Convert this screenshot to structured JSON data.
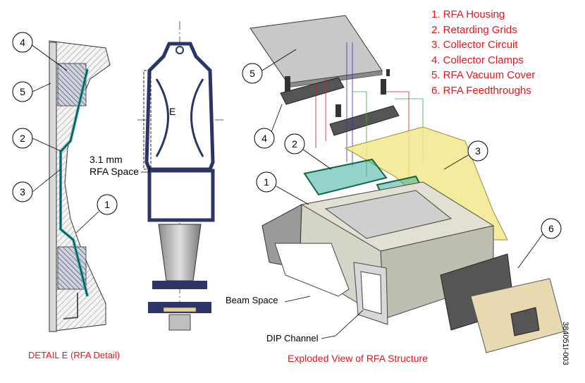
{
  "legend": [
    "1. RFA Housing",
    "2. Retarding Grids",
    "3. Collector Circuit",
    "4. Collector Clamps",
    "5. RFA Vacuum Cover",
    "6. RFA Feedthroughs"
  ],
  "callouts": [
    "1",
    "2",
    "3",
    "4",
    "5",
    "6"
  ],
  "labels": {
    "rfa_space_1": "3.1 mm",
    "rfa_space_2": "RFA Space",
    "section_letter": "E",
    "beam_space": "Beam Space",
    "dip_channel": "DIP Channel"
  },
  "captions": {
    "detail": "DETAIL  E (RFA Detail)",
    "exploded": "Exploded View of RFA Structure"
  },
  "figure_id": "384051I-003"
}
